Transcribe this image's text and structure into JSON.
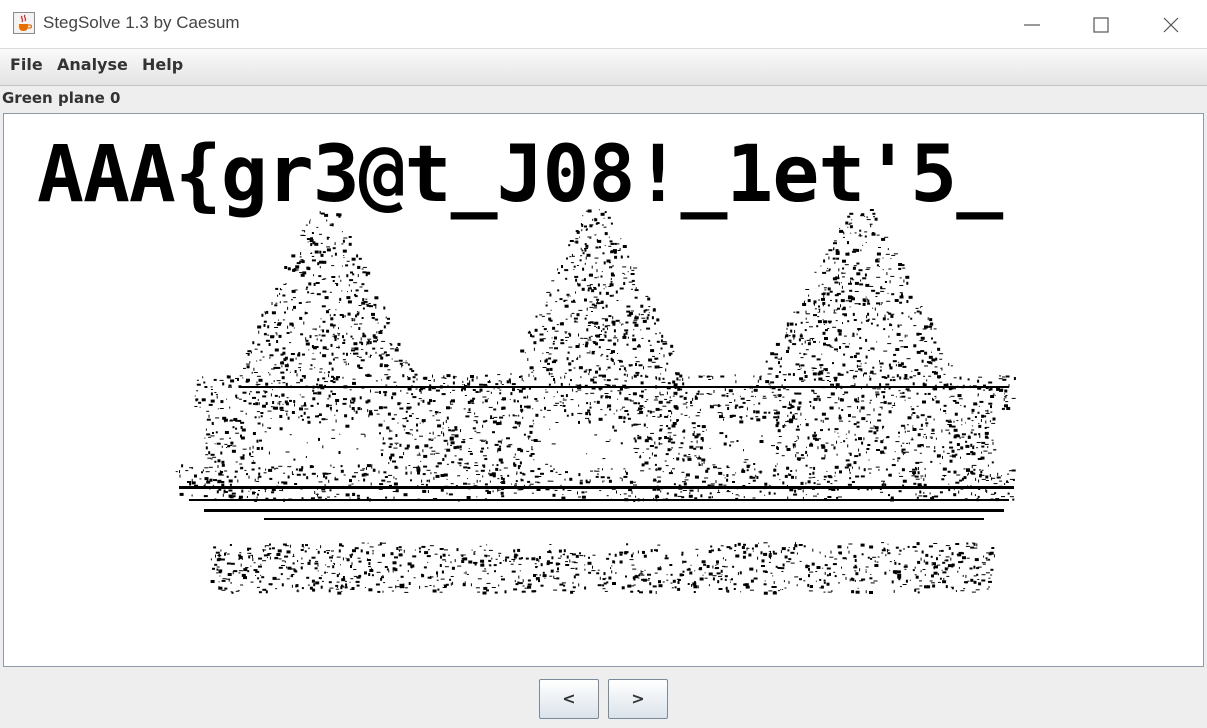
{
  "window": {
    "title": "StegSolve 1.3 by Caesum",
    "icon": "java-coffee-icon",
    "controls": [
      "minimize-icon",
      "maximize-icon",
      "close-icon"
    ]
  },
  "menu": {
    "file": "File",
    "analyse": "Analyse",
    "help": "Help"
  },
  "viewer": {
    "plane_label": "Green plane 0",
    "image_text": "AAA{gr3@t_J08!_1et'5_"
  },
  "nav": {
    "prev": "<",
    "next": ">"
  },
  "colors": {
    "background": "#eeeeee",
    "image_bg": "#ffffff",
    "image_fg": "#000000"
  }
}
